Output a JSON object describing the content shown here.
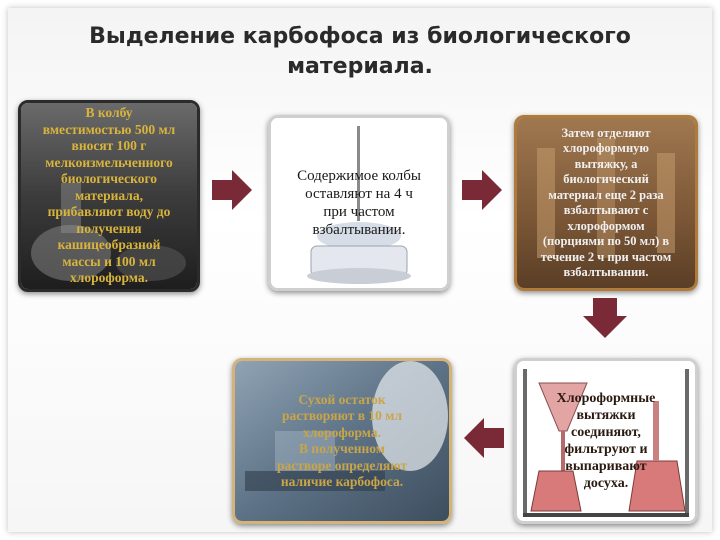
{
  "title": {
    "line1": "Выделение карбофоса из биологического",
    "line2": "материала."
  },
  "steps": [
    {
      "lines": [
        "В колбу",
        "вместимостью 500 мл",
        "вносят 100 г",
        "мелкоизмельченного",
        "биологического",
        "материала,",
        "прибавляют воду до",
        "получения",
        "кашицеобразной",
        "массы и 100 мл",
        "хлороформа."
      ]
    },
    {
      "lines": [
        "Содержимое колбы",
        "оставляют на 4 ч",
        "при частом",
        "взбалтывании."
      ]
    },
    {
      "lines": [
        "Затем отделяют",
        "хлороформную",
        "вытяжку, а",
        "биологический",
        "материал еще 2 раза",
        "взбалтывают с",
        "хлороформом",
        "(порциями по 50 мл) в",
        "течение 2 ч при частом",
        "взбалтывании."
      ]
    },
    {
      "lines": [
        "Хлороформные",
        "вытяжки",
        "соединяют,",
        "фильтруют и",
        "выпаривают",
        "досуха."
      ]
    },
    {
      "lines": [
        "Сухой остаток",
        "растворяют в 10 мл",
        "хлороформа.",
        "В полученном",
        "растворе определяют",
        "наличие карбофоса."
      ]
    }
  ],
  "colors": {
    "arrow": "#7a2a36",
    "card1_border": "#2b2b2b",
    "card3_border": "#b07a3a",
    "card5_border": "#d4b37a"
  }
}
